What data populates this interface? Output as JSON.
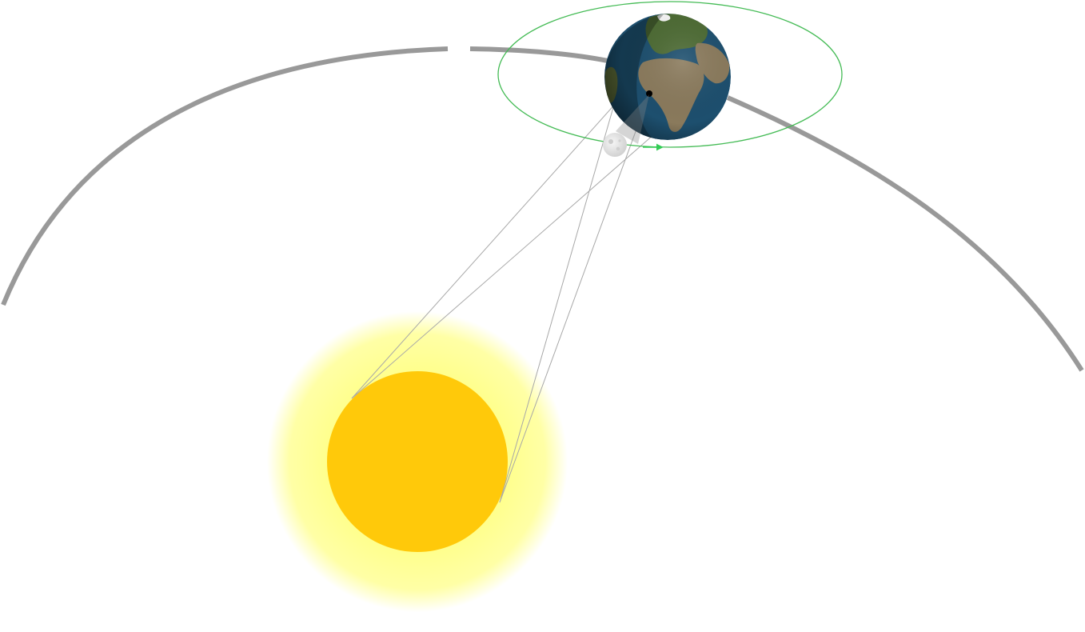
{
  "colors": {
    "background": "#ffffff",
    "earth_orbit": "#999999",
    "moon_orbit": "#44bb55",
    "moon_direction_arrow": "#33cc55",
    "sun_core": "#ffc90a",
    "sun_glow": "#ffff88",
    "earth_ocean": "#1d4f6e",
    "earth_land": "#8a7a5c",
    "earth_vegetation": "#4d6b34",
    "earth_night": "#000000",
    "moon": "#e4e4e4",
    "moon_shadow": "#aaaaaa",
    "shadow_lines": "#a8a8a8",
    "eclipse_point": "#000000"
  },
  "objects": {
    "sun": {
      "name": "sun",
      "icon": "sun-icon"
    },
    "earth": {
      "name": "earth",
      "icon": "earth-globe-icon"
    },
    "moon": {
      "name": "moon",
      "icon": "moon-icon"
    }
  },
  "moon_motion_direction": "counterclockwise"
}
